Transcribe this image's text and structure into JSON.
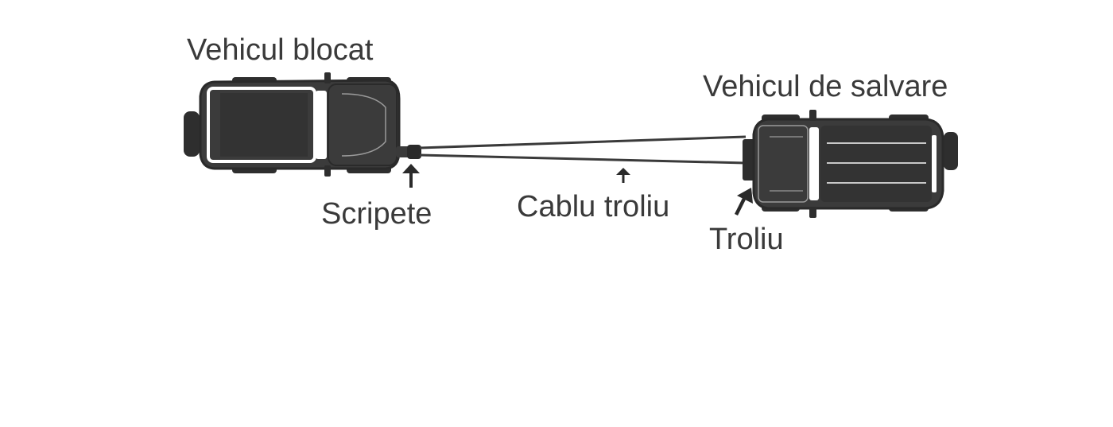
{
  "labels": {
    "stuck_vehicle": "Vehicul blocat",
    "rescue_vehicle": "Vehicul de salvare",
    "pulley": "Scripete",
    "winch_cable": "Cablu troliu",
    "winch": "Troliu"
  },
  "colors": {
    "vehicle_body": "#3b3b3b",
    "vehicle_outline": "#2a2a2a",
    "vehicle_highlight": "#ffffff",
    "tire": "#2e2e2e",
    "cable": "#3a3a3a",
    "label_text": "#3a3a3a"
  },
  "icons": {
    "stuck_vehicle": "pickup-truck-top-view-icon",
    "rescue_vehicle": "suv-top-view-icon",
    "pulley_arrow": "arrow-up-icon",
    "cable_arrow": "arrow-up-icon",
    "winch_arrow": "arrow-up-right-icon"
  }
}
